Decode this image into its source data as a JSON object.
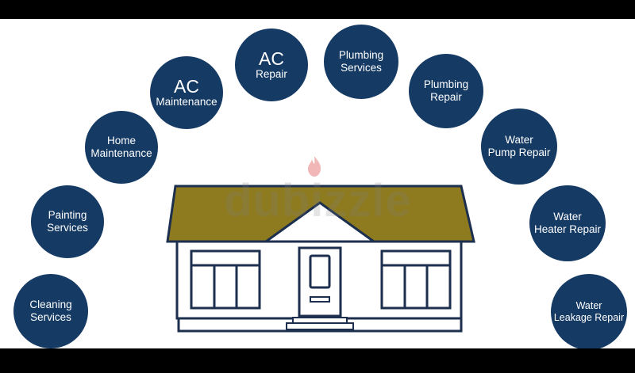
{
  "services": {
    "cleaning": {
      "line1": "Cleaning",
      "line2": "Services"
    },
    "painting": {
      "line1": "Painting",
      "line2": "Services"
    },
    "home_maintenance": {
      "line1": "Home",
      "line2": "Maintenance"
    },
    "ac_maintenance": {
      "line1": "AC",
      "line2": "Maintenance"
    },
    "ac_repair": {
      "line1": "AC",
      "line2": "Repair"
    },
    "plumbing_services": {
      "line1": "Plumbing",
      "line2": "Services"
    },
    "plumbing_repair": {
      "line1": "Plumbing",
      "line2": "Repair"
    },
    "water_pump_repair": {
      "line1": "Water",
      "line2": "Pump Repair"
    },
    "water_heater_repair": {
      "line1": "Water",
      "line2": "Heater Repair"
    },
    "water_leakage_repair": {
      "line1": "Water",
      "line2": "Leakage Repair"
    }
  },
  "watermark": {
    "text": "dubizzle"
  },
  "colors": {
    "circle": "#153a64",
    "roof": "#8e7a1f",
    "outline": "#1c2f4e",
    "background": "#ffffff",
    "letterbox": "#000000"
  },
  "icons": {
    "house": "house-illustration",
    "flame": "flame-logo-icon"
  }
}
